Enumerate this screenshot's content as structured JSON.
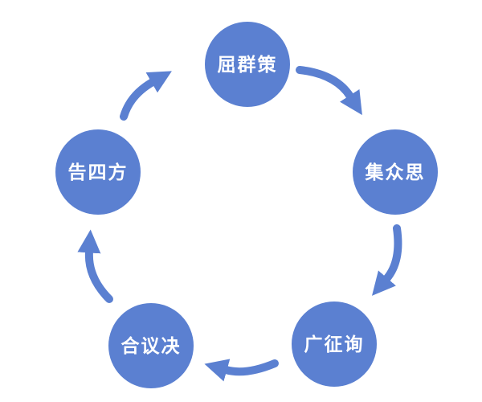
{
  "diagram": {
    "type": "cycle",
    "direction": "clockwise",
    "nodes": [
      {
        "label": "屈群策"
      },
      {
        "label": "集众思"
      },
      {
        "label": "广征询"
      },
      {
        "label": "合议决"
      },
      {
        "label": "告四方"
      }
    ],
    "colors": {
      "accent": "#5B80D1",
      "label_text": "#FFFFFF",
      "background": "#FFFFFF"
    }
  }
}
